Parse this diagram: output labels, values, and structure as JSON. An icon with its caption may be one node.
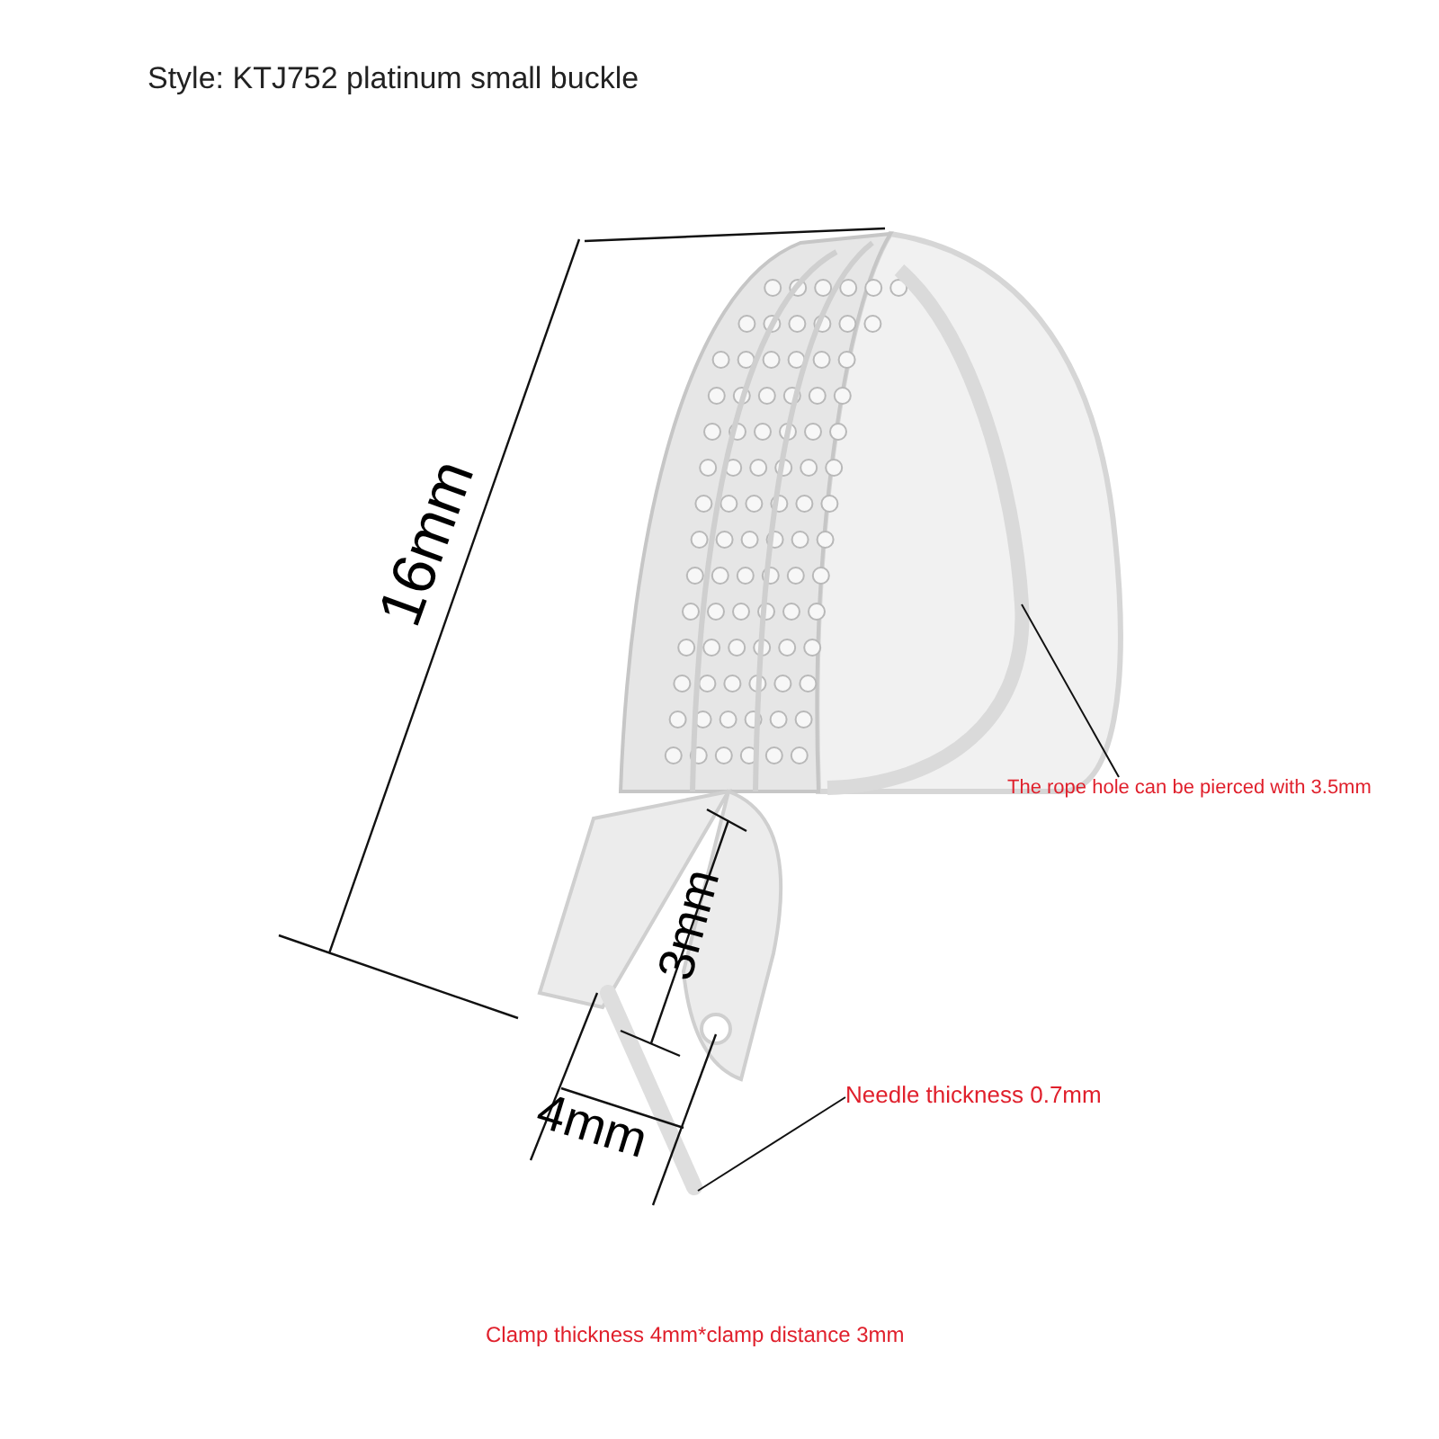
{
  "diagram": {
    "title": "Style: KTJ752 platinum small buckle",
    "nodes": [
      {
        "text": [
          "The rope hole can be pierced with 3.5mm"
        ]
      },
      {
        "text": [],
        "shape": "picture"
      },
      {
        "text": [
          "Needle thickness 0.7mm"
        ]
      },
      {
        "text": [],
        "shape": "picture"
      }
    ],
    "edges": [
      {
        "from": 0,
        "to": 1,
        "arrow": "none"
      },
      {
        "from": 2,
        "to": 3,
        "arrow": "none"
      }
    ],
    "labels": [
      "16mm",
      "3mm",
      "4mm",
      "Clamp thickness 4mm*clamp distance 3mm"
    ]
  }
}
